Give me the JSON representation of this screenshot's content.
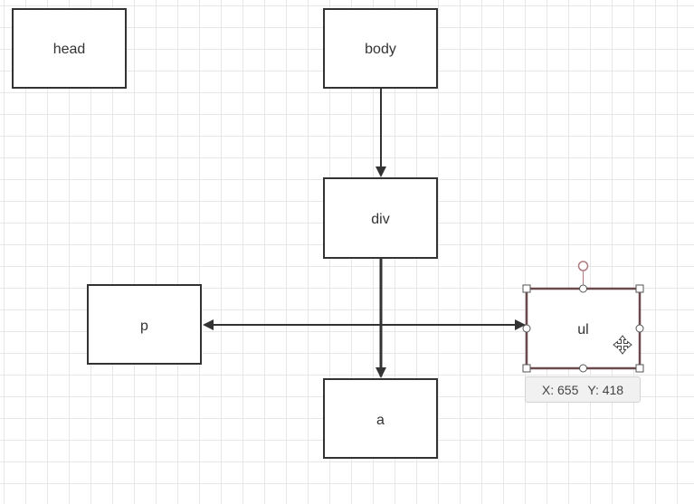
{
  "nodes": {
    "head": "head",
    "body": "body",
    "div": "div",
    "p": "p",
    "ul": "ul",
    "a": "a"
  },
  "tooltip": {
    "x_text": "X: 655",
    "y_text": "Y: 418"
  },
  "colors": {
    "node_border": "#333333",
    "edge": "#333333",
    "selection": "#6b4a4e",
    "grid": "#e7e7e7"
  },
  "icons": {
    "move_cursor": "move-cursor-icon",
    "rotate_handle": "rotate-handle-icon"
  }
}
